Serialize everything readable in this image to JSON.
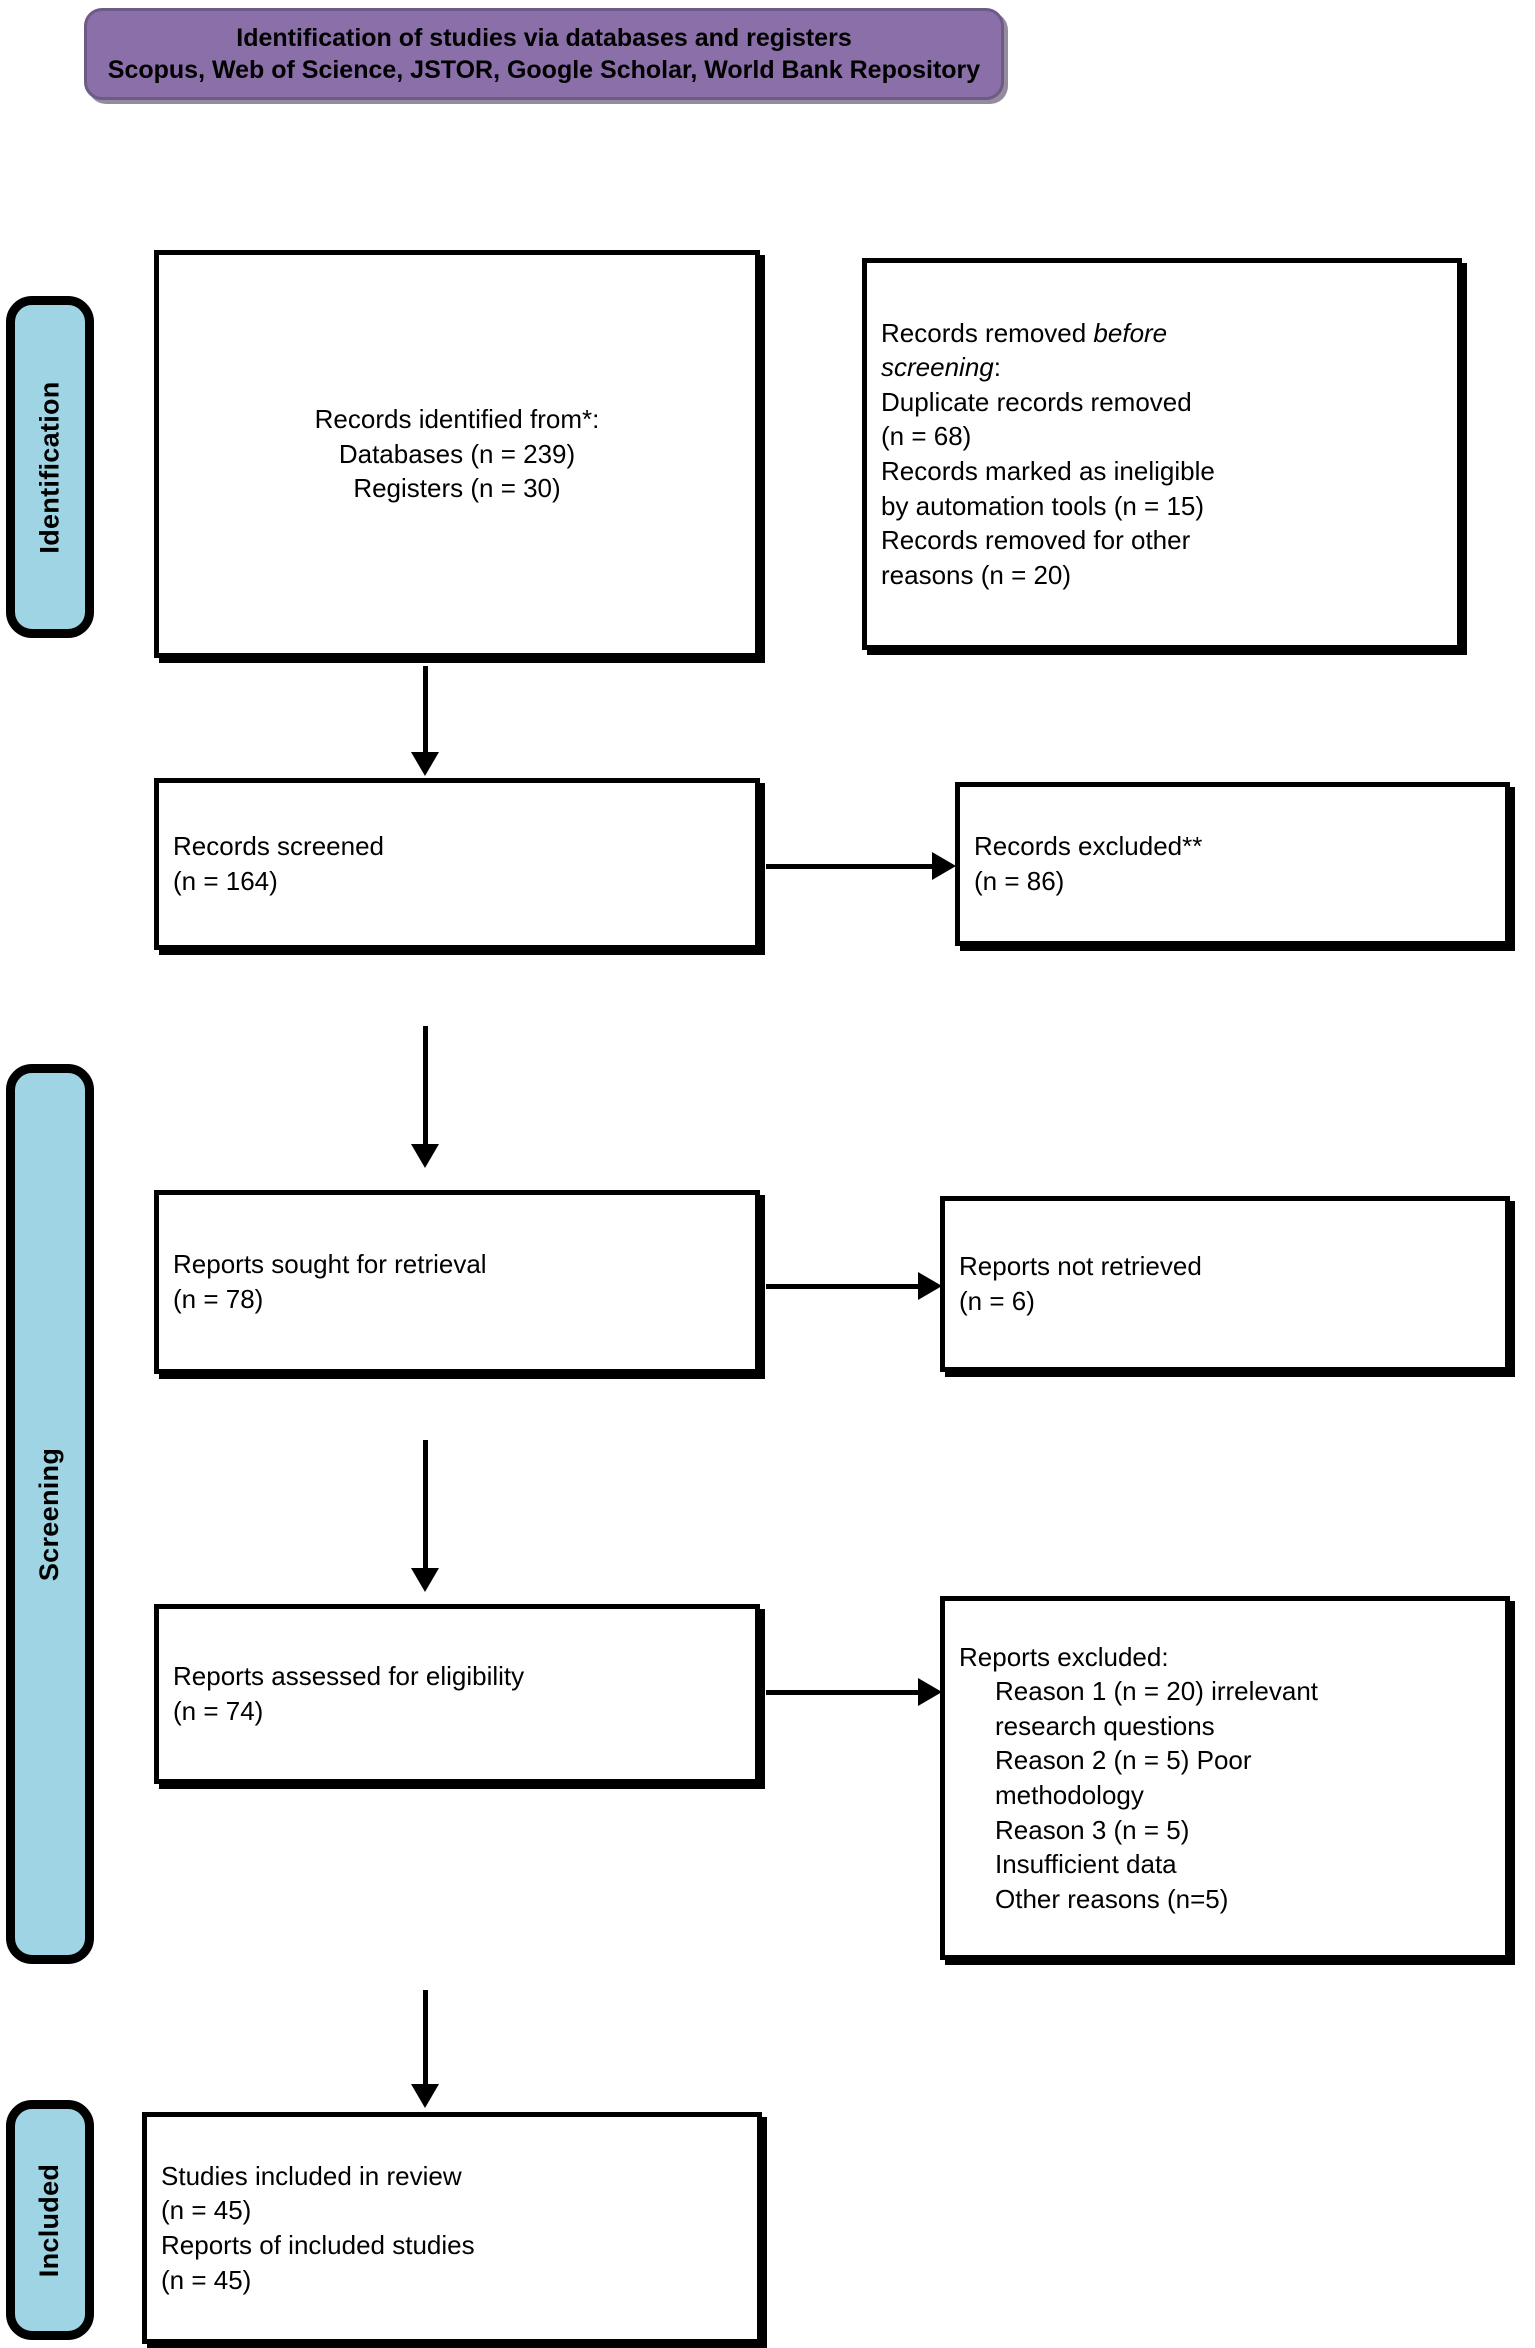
{
  "header": {
    "line1": "Identification of studies via databases and registers",
    "line2": "Scopus, Web of Science, JSTOR, Google Scholar, World Bank Repository",
    "background_color": "#8A6FA8"
  },
  "stages": {
    "identification": "Identification",
    "screening": "Screening",
    "included": "Included",
    "bar_color": "#9FD4E4"
  },
  "boxes": {
    "records_identified": {
      "line1": "Records identified from*:",
      "line2": "Databases (n = 239)",
      "line3": "Registers (n = 30)"
    },
    "records_removed": {
      "line1_pre": "Records removed ",
      "line1_italic": "before",
      "line2_italic": "screening",
      "line2_post": ":",
      "line3": "Duplicate records removed",
      "line4": "(n = 68)",
      "line5": "Records marked as ineligible",
      "line6": "by automation tools (n = 15)",
      "line7": "Records removed for other",
      "line8": "reasons (n = 20)"
    },
    "records_screened": {
      "line1": "Records screened",
      "line2": "(n = 164)"
    },
    "records_excluded": {
      "line1": "Records excluded**",
      "line2": "(n = 86)"
    },
    "reports_sought": {
      "line1": "Reports sought for retrieval",
      "line2": "(n = 78)"
    },
    "reports_not_retrieved": {
      "line1": "Reports not retrieved",
      "line2": "(n = 6)"
    },
    "reports_assessed": {
      "line1": "Reports assessed for eligibility",
      "line2": "(n = 74)"
    },
    "reports_excluded": {
      "line1": "Reports excluded:",
      "line2": "Reason 1 (n = 20) irrelevant",
      "line3": "research questions",
      "line4": "Reason 2 (n = 5) Poor",
      "line5": "methodology",
      "line6": "Reason 3 (n = 5)",
      "line7": "Insufficient data",
      "line8": "Other reasons (n=5)"
    },
    "studies_included": {
      "line1": "Studies included in review",
      "line2": "(n = 45)",
      "line3": "Reports of included studies",
      "line4": "(n = 45)"
    }
  }
}
